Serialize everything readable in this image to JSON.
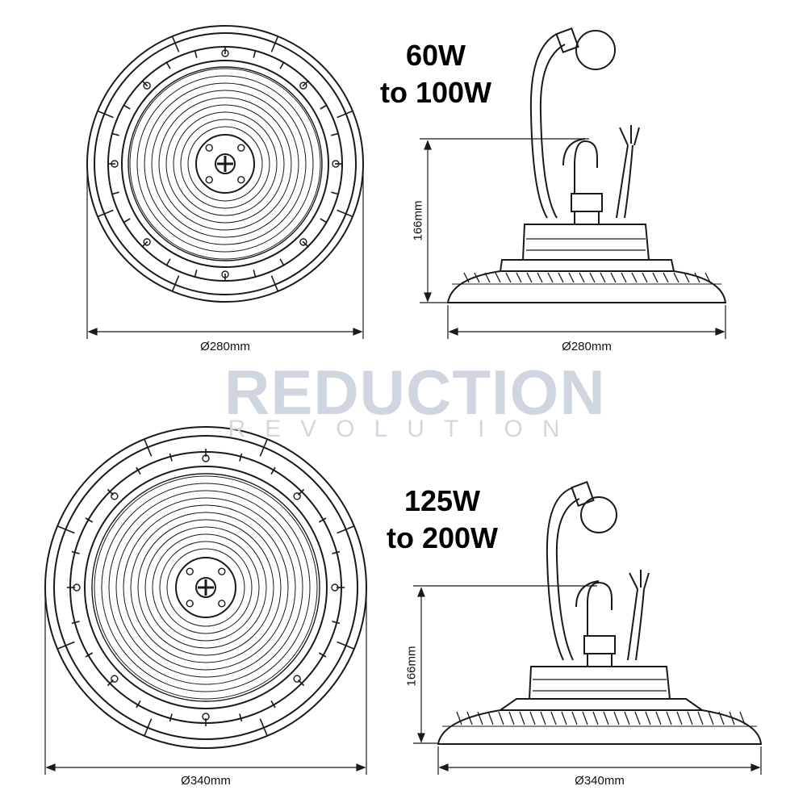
{
  "variants": [
    {
      "title_line1": "60W",
      "title_line2": "to 100W",
      "top_diameter_label": "Ø280mm",
      "side_width_label": "Ø280mm",
      "height_label": "166mm"
    },
    {
      "title_line1": "125W",
      "title_line2": "to 200W",
      "top_diameter_label": "Ø340mm",
      "side_width_label": "Ø340mm",
      "height_label": "166mm"
    }
  ],
  "watermark": {
    "line1": "REDUCTION",
    "line2": "REVOLUTION"
  },
  "colors": {
    "line": "#1a1a1a",
    "watermark": "#cfd6df"
  }
}
